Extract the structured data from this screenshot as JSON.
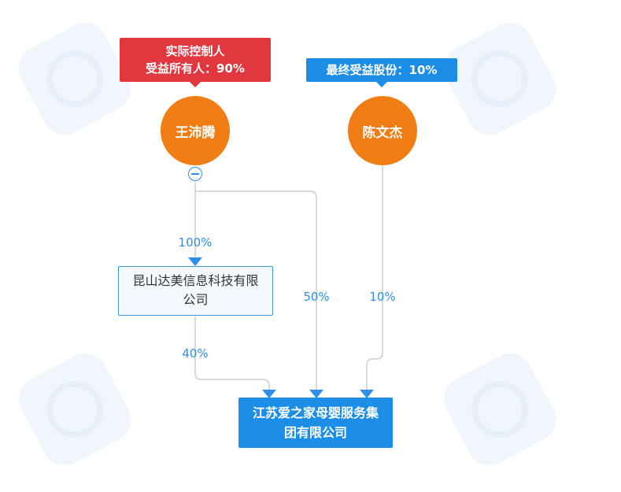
{
  "colors": {
    "controller_tag": "#e0383e",
    "shareholder_tag": "#1d8ee8",
    "person_node": "#f07d14",
    "edge": "#d9d9d9",
    "arrow": "#2d8fe8",
    "percent_text": "#2d8fe8",
    "target_company": "#1d8ee8",
    "mid_company_border": "#3a97e9"
  },
  "persons": [
    {
      "name": "王沛腾",
      "tag_line1": "实际控制人",
      "tag_line2": "受益所有人：90%"
    },
    {
      "name": "陈文杰",
      "tag_line1": "最终受益股份：10%"
    }
  ],
  "companies": {
    "intermediate": {
      "line1": "昆山达美信息科技有限",
      "line2": "公司"
    },
    "target": {
      "line1": "江苏爱之家母婴服务集",
      "line2": "团有限公司"
    }
  },
  "edges": [
    {
      "from": "王沛腾",
      "to": "昆山达美信息科技有限公司",
      "percent": "100%"
    },
    {
      "from": "王沛腾",
      "to": "江苏爱之家母婴服务集团有限公司",
      "percent": "50%"
    },
    {
      "from": "陈文杰",
      "to": "江苏爱之家母婴服务集团有限公司",
      "percent": "10%"
    },
    {
      "from": "昆山达美信息科技有限公司",
      "to": "江苏爱之家母婴服务集团有限公司",
      "percent": "40%"
    }
  ],
  "icons": {
    "collapse": "minus-circle-icon",
    "watermark": "qcc-logo-icon"
  }
}
